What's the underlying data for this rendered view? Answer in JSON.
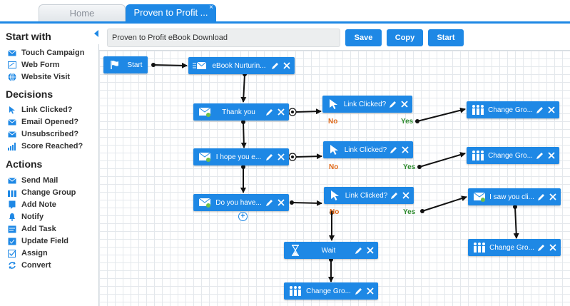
{
  "tabs": [
    {
      "label": "Home"
    },
    {
      "label": "Proven to Profit ...",
      "close": "×"
    }
  ],
  "sidebar": {
    "start_title": "Start with",
    "start_items": [
      {
        "label": "Touch Campaign",
        "icon": "mail-icon"
      },
      {
        "label": "Web Form",
        "icon": "form-icon"
      },
      {
        "label": "Website Visit",
        "icon": "globe-icon"
      }
    ],
    "decisions_title": "Decisions",
    "decision_items": [
      {
        "label": "Link Clicked?",
        "icon": "cursor-icon"
      },
      {
        "label": "Email Opened?",
        "icon": "mail-open-icon"
      },
      {
        "label": "Unsubscribed?",
        "icon": "mail-x-icon"
      },
      {
        "label": "Score Reached?",
        "icon": "bars-icon"
      }
    ],
    "actions_title": "Actions",
    "action_items": [
      {
        "label": "Send Mail",
        "icon": "mail-icon"
      },
      {
        "label": "Change Group",
        "icon": "group-icon"
      },
      {
        "label": "Add Note",
        "icon": "note-icon"
      },
      {
        "label": "Notify",
        "icon": "bell-icon"
      },
      {
        "label": "Add Task",
        "icon": "task-icon"
      },
      {
        "label": "Update Field",
        "icon": "field-icon"
      },
      {
        "label": "Assign",
        "icon": "assign-icon"
      },
      {
        "label": "Convert",
        "icon": "convert-icon"
      }
    ]
  },
  "toolbar": {
    "name_value": "Proven to Profit eBook Download",
    "save_label": "Save",
    "copy_label": "Copy",
    "start_label": "Start"
  },
  "nodes": {
    "start": "Start",
    "ebook": "eBook Nurturin...",
    "thankyou": "Thank you",
    "hope": "I hope you e...",
    "doyou": "Do you have...",
    "link1": "Link Clicked?",
    "link2": "Link Clicked?",
    "link3": "Link Clicked?",
    "cg1": "Change Gro...",
    "cg2": "Change Gro...",
    "isaw": "I saw you cli...",
    "cg3": "Change Gro...",
    "wait": "Wait",
    "cg4": "Change Gro..."
  },
  "branch_labels": {
    "yes": "Yes",
    "no": "No"
  },
  "colors": {
    "accent": "#1e88e5",
    "yes": "#2e8b2e",
    "no": "#e06a1b"
  }
}
